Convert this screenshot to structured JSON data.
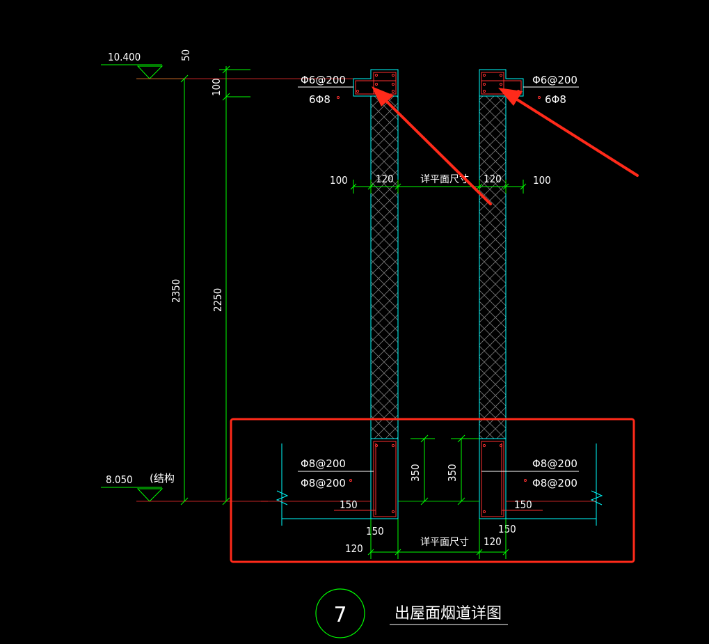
{
  "levels": {
    "top": "10.400",
    "top_offset": "50",
    "bottom": "8.050",
    "bottom_note": "(结构"
  },
  "dimensions": {
    "d100_top": "100",
    "d2350": "2350",
    "d2250": "2250",
    "left_100": "100",
    "right_100": "100",
    "wall_left_120": "120",
    "wall_right_120": "120",
    "see_plan_top": "详平面尺寸",
    "base_350_left": "350",
    "base_350_right": "350",
    "base_150_left_a": "150",
    "base_150_right_a": "150",
    "base_150_left_b": "150",
    "base_150_right_b": "150",
    "bottom_120_left": "120",
    "bottom_120_right": "120",
    "see_plan_bottom": "详平面尺寸"
  },
  "rebar": {
    "top_left_stirrup": "Φ6@200",
    "top_left_main": "6Φ8",
    "top_right_stirrup": "Φ6@200",
    "top_right_main": "6Φ8",
    "base_left_1": "Φ8@200",
    "base_left_2": "Φ8@200",
    "base_right_1": "Φ8@200",
    "base_right_2": "Φ8@200"
  },
  "title": {
    "number": "7",
    "text": "出屋面烟道详图"
  },
  "colors": {
    "background": "#000000",
    "dimension": "#00ff00",
    "wall": "#00ffff",
    "rebar": "#ff3030",
    "annotation": "#ff2a1a",
    "text": "#ffffff"
  }
}
